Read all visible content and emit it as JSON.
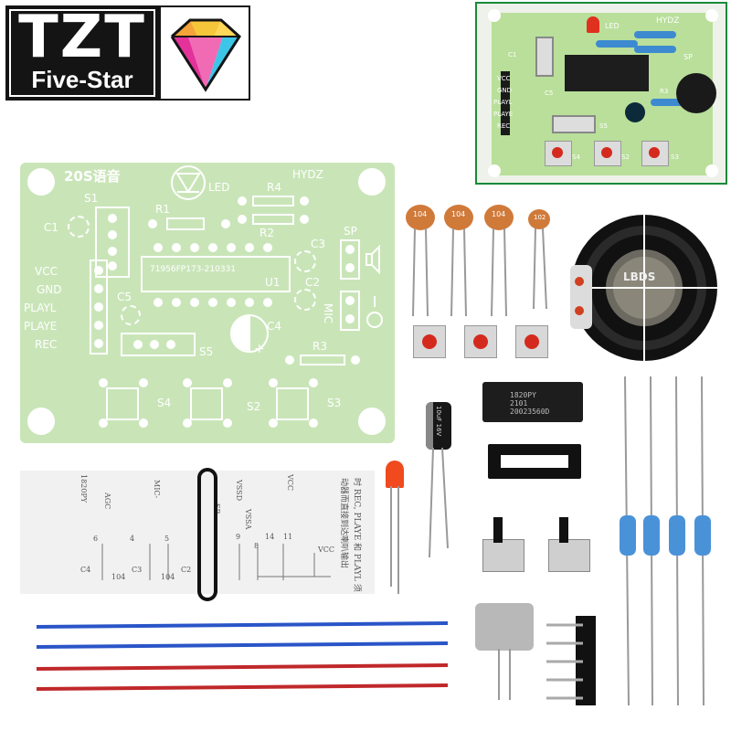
{
  "logo": {
    "brand_top": "TZT",
    "brand_bottom": "Five-Star",
    "icon": "diamond-gem-icon"
  },
  "pcb": {
    "title": "20S语音",
    "led_label": "LED",
    "maker": "HYDZ",
    "labels": {
      "s1": "S1",
      "r1": "R1",
      "r2": "R2",
      "r3": "R3",
      "r4": "R4",
      "c1": "C1",
      "c2": "C2",
      "c3": "C3",
      "c4": "C4",
      "c5": "C5",
      "u1": "U1",
      "s2": "S2",
      "s3": "S3",
      "s4": "S4",
      "s5": "S5",
      "sp": "SP",
      "mic": "MIC",
      "chip_code": "71956FP173-210331"
    },
    "pins": [
      "VCC",
      "GND",
      "PLAYL",
      "PLAYE",
      "REC"
    ]
  },
  "inset": {
    "labels": [
      "LED",
      "HYDZ",
      "SP",
      "VCC",
      "GND",
      "PLAYL",
      "PLAYE",
      "REC",
      "S4",
      "S2",
      "S3",
      "C5",
      "S5",
      "R3",
      "C1"
    ]
  },
  "parts": {
    "ceramic_caps": [
      "104",
      "104",
      "104",
      "102"
    ],
    "elec_cap": "10uF 16V",
    "ic_lines": [
      "1820PY",
      "2101",
      "20023560D"
    ],
    "speaker": "LBDS"
  },
  "paper": {
    "vertical_labels": [
      "VCC",
      "VSSD",
      "VSSA",
      "SP-",
      "MIC-",
      "AGC",
      "1820PY"
    ],
    "pin_numbers": [
      "14",
      "8",
      "9",
      "11",
      "5",
      "4",
      "6"
    ],
    "caps": [
      "C4",
      "104",
      "C3",
      "104",
      "C2"
    ],
    "cn_text": [
      "时 REC, PLAYE 和 PLAYL 须",
      "动器而直接到达喇叭输出"
    ],
    "vcc": "VCC"
  },
  "colors": {
    "pcb": "#c9e5b8",
    "inset_border": "#1a8a3a",
    "wire_blue": "#2a55c8",
    "wire_red": "#c0282a",
    "ceramic": "#d07a3a",
    "button_red": "#d42a1e"
  }
}
